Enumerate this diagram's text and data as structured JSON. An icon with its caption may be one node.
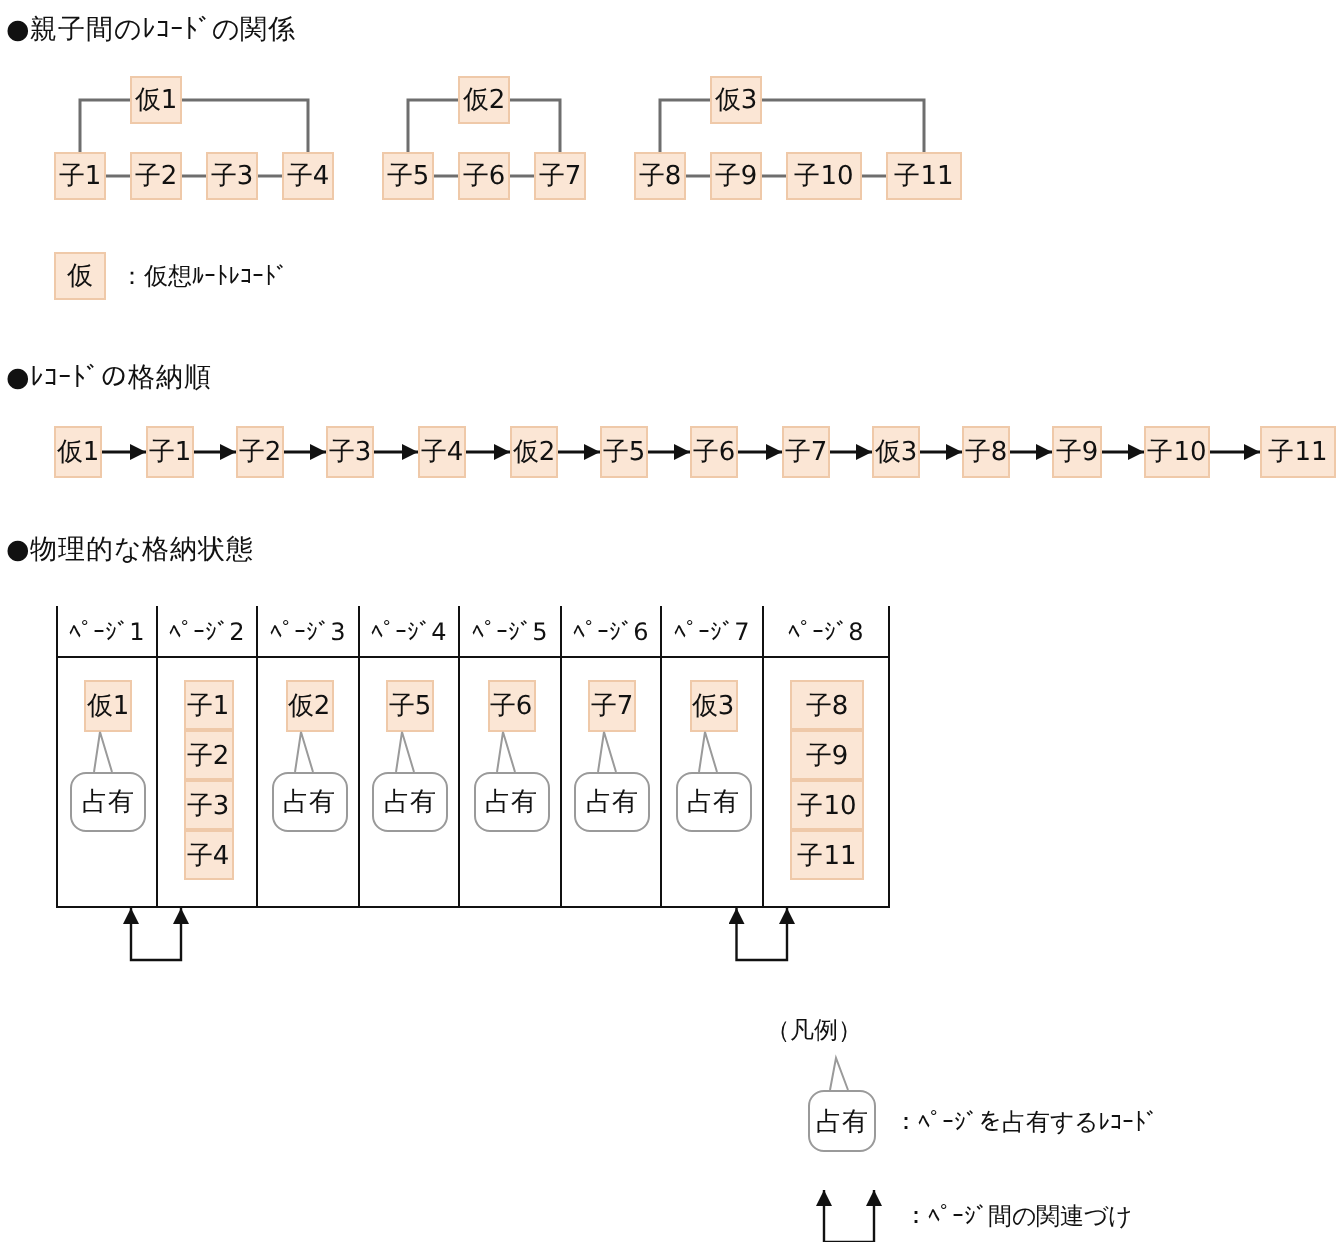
{
  "diagram": {
    "nodes": [
      {
        "text": [
          "仮1"
        ]
      },
      {
        "text": [
          "子1"
        ]
      },
      {
        "text": [
          "子2"
        ]
      },
      {
        "text": [
          "子3"
        ]
      },
      {
        "text": [
          "子4"
        ]
      },
      {
        "text": [
          "仮2"
        ]
      },
      {
        "text": [
          "子5"
        ]
      },
      {
        "text": [
          "子6"
        ]
      },
      {
        "text": [
          "子7"
        ]
      },
      {
        "text": [
          "仮3"
        ]
      },
      {
        "text": [
          "子8"
        ]
      },
      {
        "text": [
          "子9"
        ]
      },
      {
        "text": [
          "子10"
        ]
      },
      {
        "text": [
          "子11"
        ]
      },
      {
        "text": [
          "仮"
        ],
        "beside": [
          "：仮想ﾙｰﾄﾚｺｰﾄﾞ"
        ]
      },
      {
        "text": [
          "仮1"
        ]
      },
      {
        "text": [
          "子1"
        ]
      },
      {
        "text": [
          "子2"
        ]
      },
      {
        "text": [
          "子3"
        ]
      },
      {
        "text": [
          "子4"
        ]
      },
      {
        "text": [
          "仮2"
        ]
      },
      {
        "text": [
          "子5"
        ]
      },
      {
        "text": [
          "子6"
        ]
      },
      {
        "text": [
          "子7"
        ]
      },
      {
        "text": [
          "仮3"
        ]
      },
      {
        "text": [
          "子8"
        ]
      },
      {
        "text": [
          "子9"
        ]
      },
      {
        "text": [
          "子10"
        ]
      },
      {
        "text": [
          "子11"
        ]
      },
      {
        "text": [
          "ﾍﾟｰｼﾞ1"
        ]
      },
      {
        "text": [
          "ﾍﾟｰｼﾞ2"
        ]
      },
      {
        "text": [
          "ﾍﾟｰｼﾞ3"
        ]
      },
      {
        "text": [
          "ﾍﾟｰｼﾞ4"
        ]
      },
      {
        "text": [
          "ﾍﾟｰｼﾞ5"
        ]
      },
      {
        "text": [
          "ﾍﾟｰｼﾞ6"
        ]
      },
      {
        "text": [
          "ﾍﾟｰｼﾞ7"
        ]
      },
      {
        "text": [
          "ﾍﾟｰｼﾞ8"
        ]
      },
      {
        "text": [
          "仮1"
        ],
        "in": 29
      },
      {
        "text": [
          "占有"
        ],
        "in": 29
      },
      {
        "text": [
          "子1"
        ],
        "in": 30
      },
      {
        "text": [
          "子2"
        ],
        "in": 30
      },
      {
        "text": [
          "子3"
        ],
        "in": 30
      },
      {
        "text": [
          "子4"
        ],
        "in": 30
      },
      {
        "text": [
          "仮2"
        ],
        "in": 31
      },
      {
        "text": [
          "占有"
        ],
        "in": 31
      },
      {
        "text": [
          "子5"
        ],
        "in": 32
      },
      {
        "text": [
          "占有"
        ],
        "in": 32
      },
      {
        "text": [
          "子6"
        ],
        "in": 33
      },
      {
        "text": [
          "占有"
        ],
        "in": 33
      },
      {
        "text": [
          "子7"
        ],
        "in": 34
      },
      {
        "text": [
          "占有"
        ],
        "in": 34
      },
      {
        "text": [
          "仮3"
        ],
        "in": 35
      },
      {
        "text": [
          "占有"
        ],
        "in": 35
      },
      {
        "text": [
          "子8"
        ],
        "in": 36
      },
      {
        "text": [
          "子9"
        ],
        "in": 36
      },
      {
        "text": [
          "子10"
        ],
        "in": 36
      },
      {
        "text": [
          "子11"
        ],
        "in": 36
      },
      {
        "text": [
          "占有"
        ],
        "beside": [
          "：ﾍﾟｰｼﾞを占有するﾚｺｰﾄﾞ"
        ]
      }
    ],
    "edges": [
      {
        "from": 0,
        "to": 1,
        "arrow": "none",
        "color": "#6e6e6e"
      },
      {
        "from": 0,
        "to": 4,
        "arrow": "none",
        "color": "#6e6e6e"
      },
      {
        "from": 1,
        "to": 2,
        "arrow": "none",
        "color": "#6e6e6e"
      },
      {
        "from": 2,
        "to": 3,
        "arrow": "none",
        "color": "#6e6e6e"
      },
      {
        "from": 3,
        "to": 4,
        "arrow": "none",
        "color": "#6e6e6e"
      },
      {
        "from": 5,
        "to": 6,
        "arrow": "none",
        "color": "#6e6e6e"
      },
      {
        "from": 5,
        "to": 8,
        "arrow": "none",
        "color": "#6e6e6e"
      },
      {
        "from": 6,
        "to": 7,
        "arrow": "none",
        "color": "#6e6e6e"
      },
      {
        "from": 7,
        "to": 8,
        "arrow": "none",
        "color": "#6e6e6e"
      },
      {
        "from": 9,
        "to": 10,
        "arrow": "none",
        "color": "#6e6e6e"
      },
      {
        "from": 9,
        "to": 13,
        "arrow": "none",
        "color": "#6e6e6e"
      },
      {
        "from": 10,
        "to": 11,
        "arrow": "none",
        "color": "#6e6e6e"
      },
      {
        "from": 11,
        "to": 12,
        "arrow": "none",
        "color": "#6e6e6e"
      },
      {
        "from": 12,
        "to": 13,
        "arrow": "none",
        "color": "#6e6e6e"
      },
      {
        "from": 15,
        "to": 16,
        "arrow": "to"
      },
      {
        "from": 16,
        "to": 17,
        "arrow": "to"
      },
      {
        "from": 17,
        "to": 18,
        "arrow": "to"
      },
      {
        "from": 18,
        "to": 19,
        "arrow": "to"
      },
      {
        "from": 19,
        "to": 20,
        "arrow": "to"
      },
      {
        "from": 20,
        "to": 21,
        "arrow": "to"
      },
      {
        "from": 21,
        "to": 22,
        "arrow": "to"
      },
      {
        "from": 22,
        "to": 23,
        "arrow": "to"
      },
      {
        "from": 23,
        "to": 24,
        "arrow": "to"
      },
      {
        "from": 24,
        "to": 25,
        "arrow": "to"
      },
      {
        "from": 25,
        "to": 26,
        "arrow": "to"
      },
      {
        "from": 26,
        "to": 27,
        "arrow": "to"
      },
      {
        "from": 27,
        "to": 28,
        "arrow": "to"
      },
      {
        "from": 38,
        "to": 37,
        "arrow": "none",
        "color": "#9a9a9a"
      },
      {
        "from": 44,
        "to": 43,
        "arrow": "none",
        "color": "#9a9a9a"
      },
      {
        "from": 46,
        "to": 45,
        "arrow": "none",
        "color": "#9a9a9a"
      },
      {
        "from": 48,
        "to": 47,
        "arrow": "none",
        "color": "#9a9a9a"
      },
      {
        "from": 50,
        "to": 49,
        "arrow": "none",
        "color": "#9a9a9a"
      },
      {
        "from": 52,
        "to": 51,
        "arrow": "none",
        "color": "#9a9a9a"
      },
      {
        "from": 29,
        "to": 30,
        "arrow": "both"
      },
      {
        "from": 35,
        "to": 36,
        "arrow": "both"
      }
    ],
    "labels": [
      "●親子間のﾚｺｰﾄﾞの関係",
      "●ﾚｺｰﾄﾞの格納順",
      "●物理的な格納状態",
      "（凡例）"
    ],
    "legend": [
      {
        "text": "：ﾍﾟｰｼﾞ間の関連づけ"
      }
    ]
  }
}
